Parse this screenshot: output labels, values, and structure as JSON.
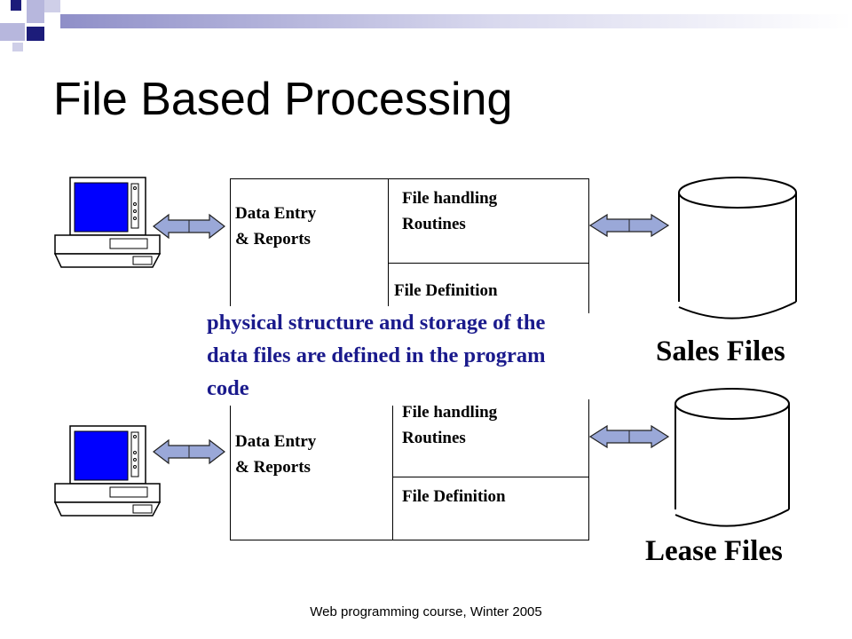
{
  "slide": {
    "title": "File Based Processing",
    "footer": "Web programming course, Winter 2005"
  },
  "programs": [
    {
      "data_entry": "Data Entry\n& Reports",
      "file_handling": "File handling\nRoutines",
      "file_definition": "File Definition"
    },
    {
      "data_entry": "Data Entry\n& Reports",
      "file_handling": "File handling\nRoutines",
      "file_definition": "File Definition"
    }
  ],
  "files": [
    {
      "label": "Sales Files"
    },
    {
      "label": "Lease Files"
    }
  ],
  "note": "physical structure and storage of the data files are defined in the program code",
  "colors": {
    "deco_navy": "#1c1c7a",
    "deco_lavender": "#b7b7dd",
    "arrow_fill": "#9aa8d8",
    "screen_blue": "#0000ff",
    "note_text": "#1a1a8c"
  },
  "icons": [
    "computer-icon",
    "double-arrow-icon",
    "database-cylinder-icon"
  ]
}
